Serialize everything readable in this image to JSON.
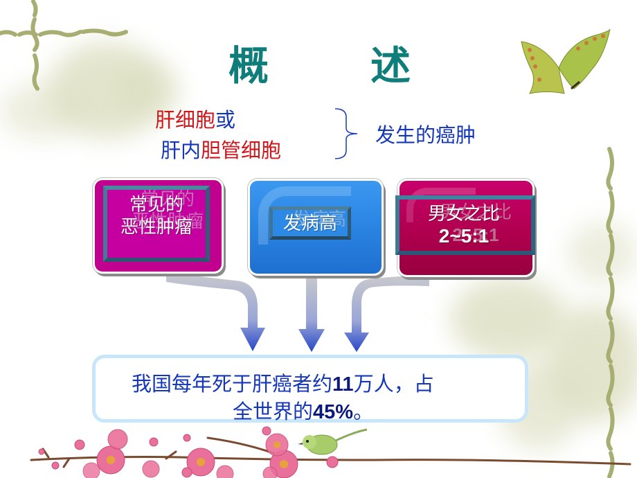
{
  "slide": {
    "title": {
      "char1": "概",
      "char2": "述",
      "color": "#0f7d7a"
    },
    "definition": {
      "line1": [
        {
          "text": "肝细胞",
          "color": "red"
        },
        {
          "text": "或",
          "color": "blue"
        }
      ],
      "line2": [
        {
          "text": "肝内",
          "color": "blue"
        },
        {
          "text": "胆管细胞",
          "color": "red"
        }
      ],
      "result": "发生的癌肿"
    },
    "boxes": [
      {
        "id": "common",
        "line1": "常见的",
        "line2": "恶性肿瘤",
        "color": "#c2008f"
      },
      {
        "id": "incidence",
        "line1": "发病高",
        "color": "#2a84e2"
      },
      {
        "id": "ratio",
        "line1": "男女之比",
        "line2": "2~5:1",
        "color": "#b0004f"
      }
    ],
    "summary": {
      "line1_pre": "我国每年死于肝癌者约",
      "line1_num": "11",
      "line1_post": "万人，占",
      "line2_pre": "全世界的",
      "line2_num": "45%",
      "line2_post": "。"
    },
    "decorations": {
      "top_left": "vine-cross",
      "top_right": "butterfly",
      "right_edge": "vine-vertical",
      "bottom": "plum-blossom-branch-with-bird"
    }
  }
}
